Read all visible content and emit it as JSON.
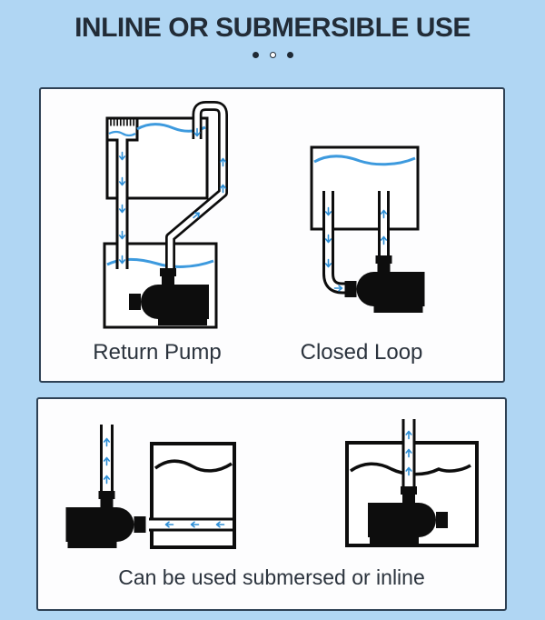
{
  "header": {
    "title": "INLINE OR SUBMERSIBLE USE"
  },
  "carousel": {
    "dots": [
      {
        "state": "filled"
      },
      {
        "state": "hollow"
      },
      {
        "state": "filled"
      }
    ]
  },
  "top_panel": {
    "labels": {
      "left": "Return Pump",
      "right": "Closed Loop"
    }
  },
  "bottom_panel": {
    "caption": "Can be used submersed or inline"
  },
  "colors": {
    "background": "#b0d6f3",
    "panel_background": "#fdfdfe",
    "panel_border": "#2e4154",
    "diagram_line": "#0d0d0d",
    "water_blue": "#3d9ade",
    "arrow_blue": "#2f8fd6",
    "title_text": "#222c37",
    "label_text": "#2b333d",
    "dot_color": "#1f2a35"
  }
}
